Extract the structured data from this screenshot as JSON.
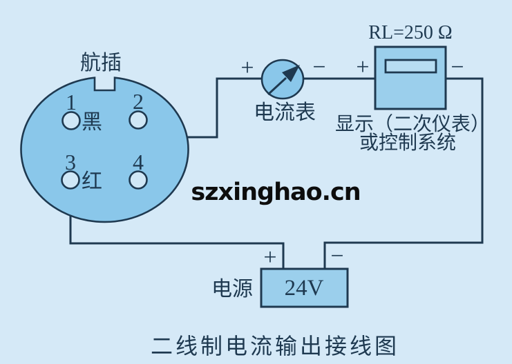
{
  "colors": {
    "background": "#d5e9f7",
    "shape_fill": "#8ac7ea",
    "box_fill": "#9bcfec",
    "line": "#1e3950",
    "watermark_text": "#0d0d0d"
  },
  "plug": {
    "label": "航插",
    "pins": [
      {
        "number": "1",
        "wire_label": "黑"
      },
      {
        "number": "2"
      },
      {
        "number": "3",
        "wire_label": "红"
      },
      {
        "number": "4"
      }
    ]
  },
  "ammeter": {
    "label": "电流表",
    "plus": "+",
    "minus": "−"
  },
  "display": {
    "resistor_label": "RL=250 Ω",
    "plus": "+",
    "minus": "−",
    "caption_line1": "显示（二次仪表）",
    "caption_line2": "或控制系统"
  },
  "power": {
    "label": "电源",
    "value": "24V",
    "plus": "+",
    "minus": "−"
  },
  "watermark": "szxinghao.cn",
  "title": "二线制电流输出接线图"
}
